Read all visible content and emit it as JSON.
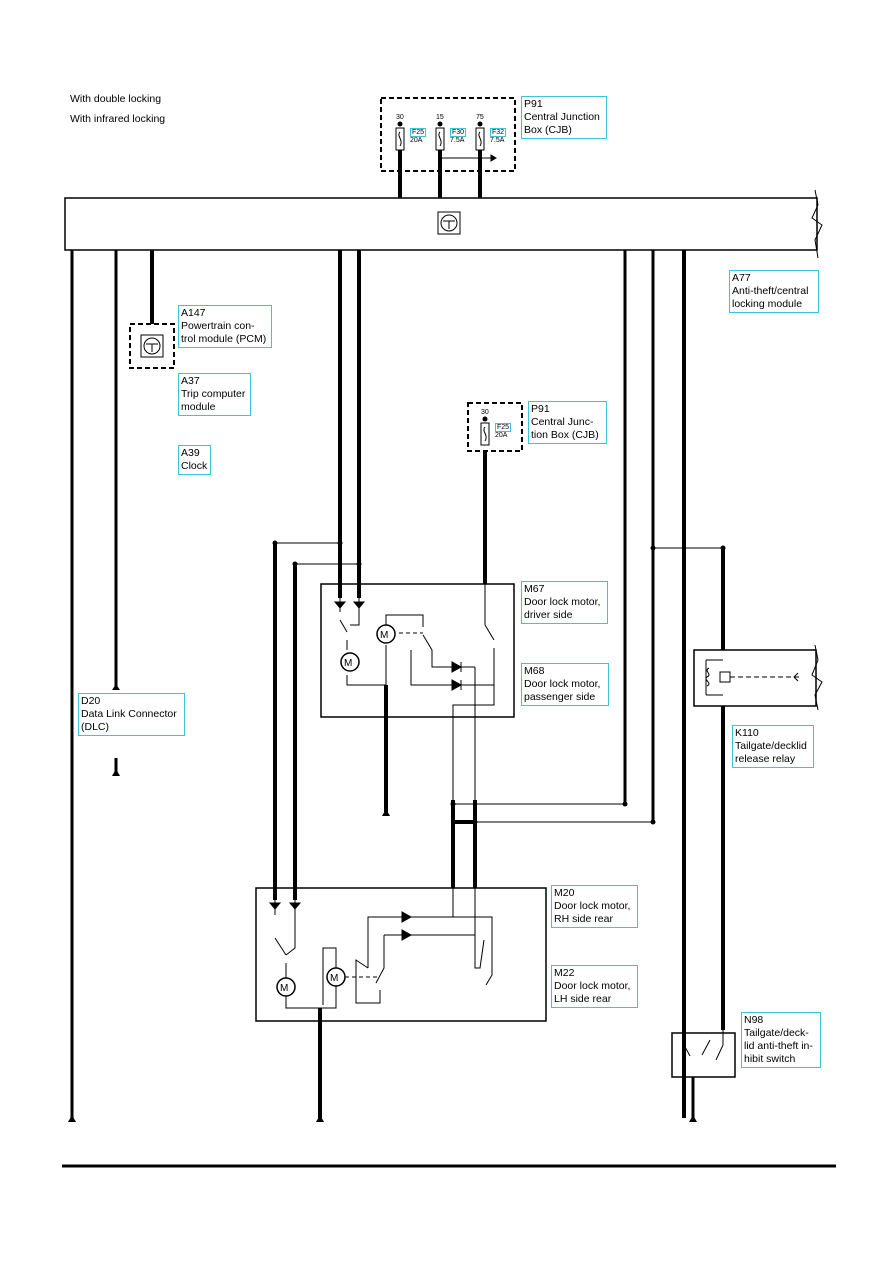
{
  "notes": {
    "double_locking": "With double locking",
    "infrared_locking": "With infrared locking"
  },
  "components": {
    "p91_top": "P91\nCentral Junction\nBox (CJB)",
    "a77": "A77\nAnti-theft/central\nlocking module",
    "a147": "A147\nPowertrain con-\ntrol module (PCM)",
    "a37": "A37\nTrip computer\nmodule",
    "a39": "A39\nClock",
    "p91_mid": "P91\nCentral Junc-\ntion Box (CJB)",
    "m67": "M67\nDoor lock motor,\ndriver side",
    "m68": "M68\nDoor lock motor,\npassenger side",
    "d20": "D20\nData Link Connector\n(DLC)",
    "k110": "K110\nTailgate/decklid\nrelease relay",
    "m20": "M20\nDoor lock motor,\nRH side rear",
    "m22": "M22\nDoor lock motor,\nLH side rear",
    "n98": "N98\nTailgate/deck-\nlid anti-theft in-\nhibit switch"
  },
  "fuses": {
    "f25_top": {
      "terminal": "30",
      "id": "F25",
      "rating": "20A"
    },
    "f30": {
      "terminal": "15",
      "id": "F30",
      "rating": "7.5A"
    },
    "f32": {
      "terminal": "75",
      "id": "F32",
      "rating": "7.5A"
    },
    "f25_mid": {
      "terminal": "30",
      "id": "F25",
      "rating": "20A"
    }
  },
  "motor_symbol": "M",
  "colors": {
    "label_border": "#39c6d6",
    "wire": "#000000"
  }
}
